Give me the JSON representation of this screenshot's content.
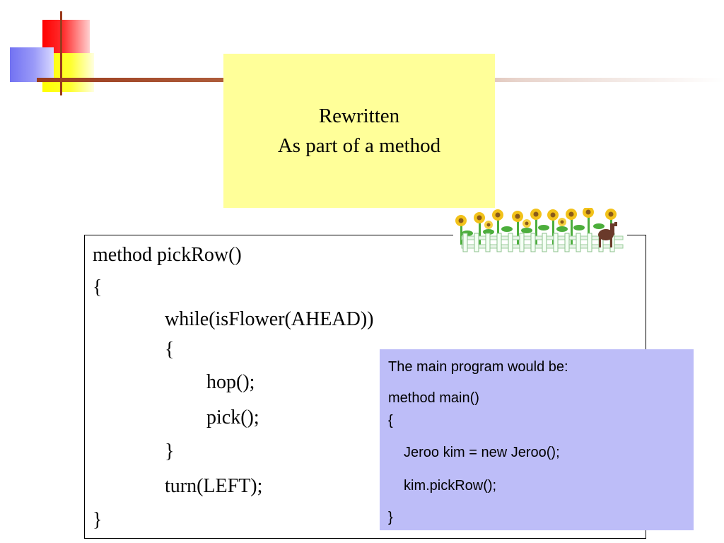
{
  "title": {
    "line1": "Rewritten",
    "line2": "As part of a method"
  },
  "code": {
    "lines": [
      "method pickRow()",
      "{",
      "while(isFlower(AHEAD))",
      "{",
      "hop();",
      "pick();",
      "}",
      "turn(LEFT);",
      "}"
    ]
  },
  "callout": {
    "heading": "The main program would be:",
    "lines": [
      "method main()",
      "{",
      "Jeroo kim = new Jeroo();",
      "kim.pickRow();",
      "}"
    ]
  },
  "colors": {
    "title_bg": "#ffff99",
    "callout_bg": "#bdbdf8",
    "accent_line": "#9a3a1c"
  },
  "decorations": {
    "corner_icon": "overlapping-squares-icon",
    "clipart": "sunflower-garden-icon"
  }
}
